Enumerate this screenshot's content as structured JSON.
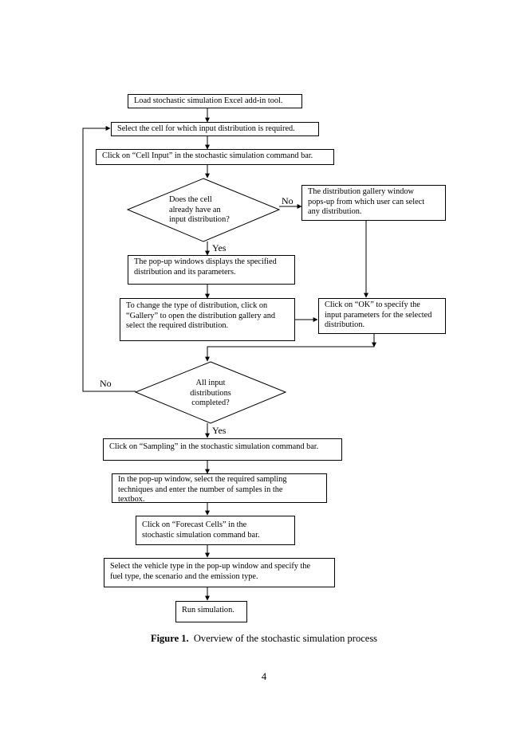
{
  "flowchart": {
    "steps": {
      "load": "Load stochastic simulation Excel add-in tool.",
      "select_cell": "Select the cell for which input distribution is required.",
      "cell_input": "Click on “Cell Input” in the stochastic simulation command bar.",
      "decision_has_dist": "Does the cell\nalready have an\ninput distribution?",
      "gallery_popup": "The distribution gallery window\npops-up from which user can select\nany distribution.",
      "popup_displays": "The pop-up windows displays the specified\ndistribution and its parameters.",
      "change_type": "To change the type of distribution, click on\n“Gallery” to open the distribution gallery and\nselect the required distribution.",
      "click_ok": "Click on “OK” to specify the\ninput parameters for the selected\ndistribution.",
      "decision_all_done": "All input\ndistributions\ncompleted?",
      "sampling": "Click on “Sampling” in the stochastic simulation command bar.",
      "sampling_popup": "In the pop-up window, select the required sampling\ntechniques and enter the number of samples in the\ntextbox.",
      "forecast": "Click on “Forecast Cells” in the\nstochastic simulation command bar.",
      "vehicle": "Select the vehicle type in the pop-up window and specify the\nfuel type, the scenario and the emission type.",
      "run": "Run simulation."
    },
    "labels": {
      "yes1": "Yes",
      "no1": "No",
      "yes2": "Yes",
      "no2": "No"
    }
  },
  "caption": {
    "label": "Figure 1.",
    "text": "Overview of the stochastic simulation process"
  },
  "page_number": "4"
}
